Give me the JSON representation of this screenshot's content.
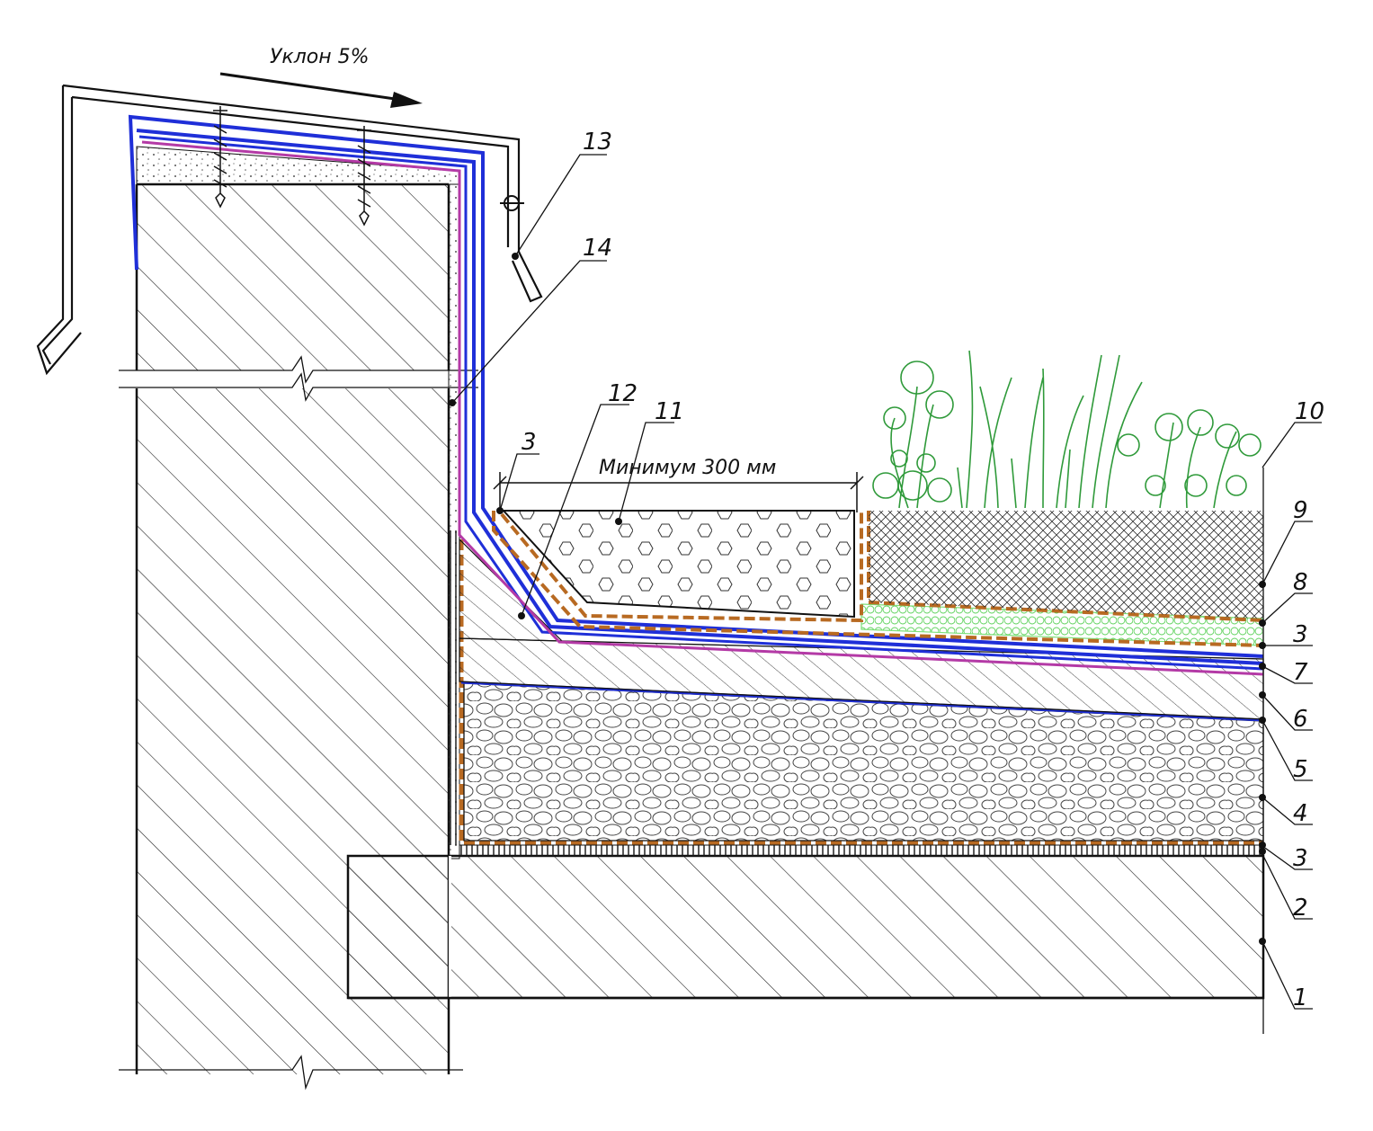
{
  "slope_note": "Уклон 5%",
  "dimension_note": "Минимум 300 мм",
  "colors": {
    "ink": "#111111",
    "membrane_blue": "#1f2fd8",
    "membrane_purple": "#b43aa6",
    "geotextile_brown": "#b86a22",
    "drainage_green": "#7ee07a",
    "plants_green": "#2f9a3a"
  },
  "callouts": {
    "c1": "1",
    "c2": "2",
    "c3a": "3",
    "c4": "4",
    "c5": "5",
    "c6": "6",
    "c7": "7",
    "c3b": "3",
    "c8": "8",
    "c9": "9",
    "c10": "10",
    "c11": "11",
    "c12": "12",
    "c3c": "3",
    "c13": "13",
    "c14": "14"
  }
}
